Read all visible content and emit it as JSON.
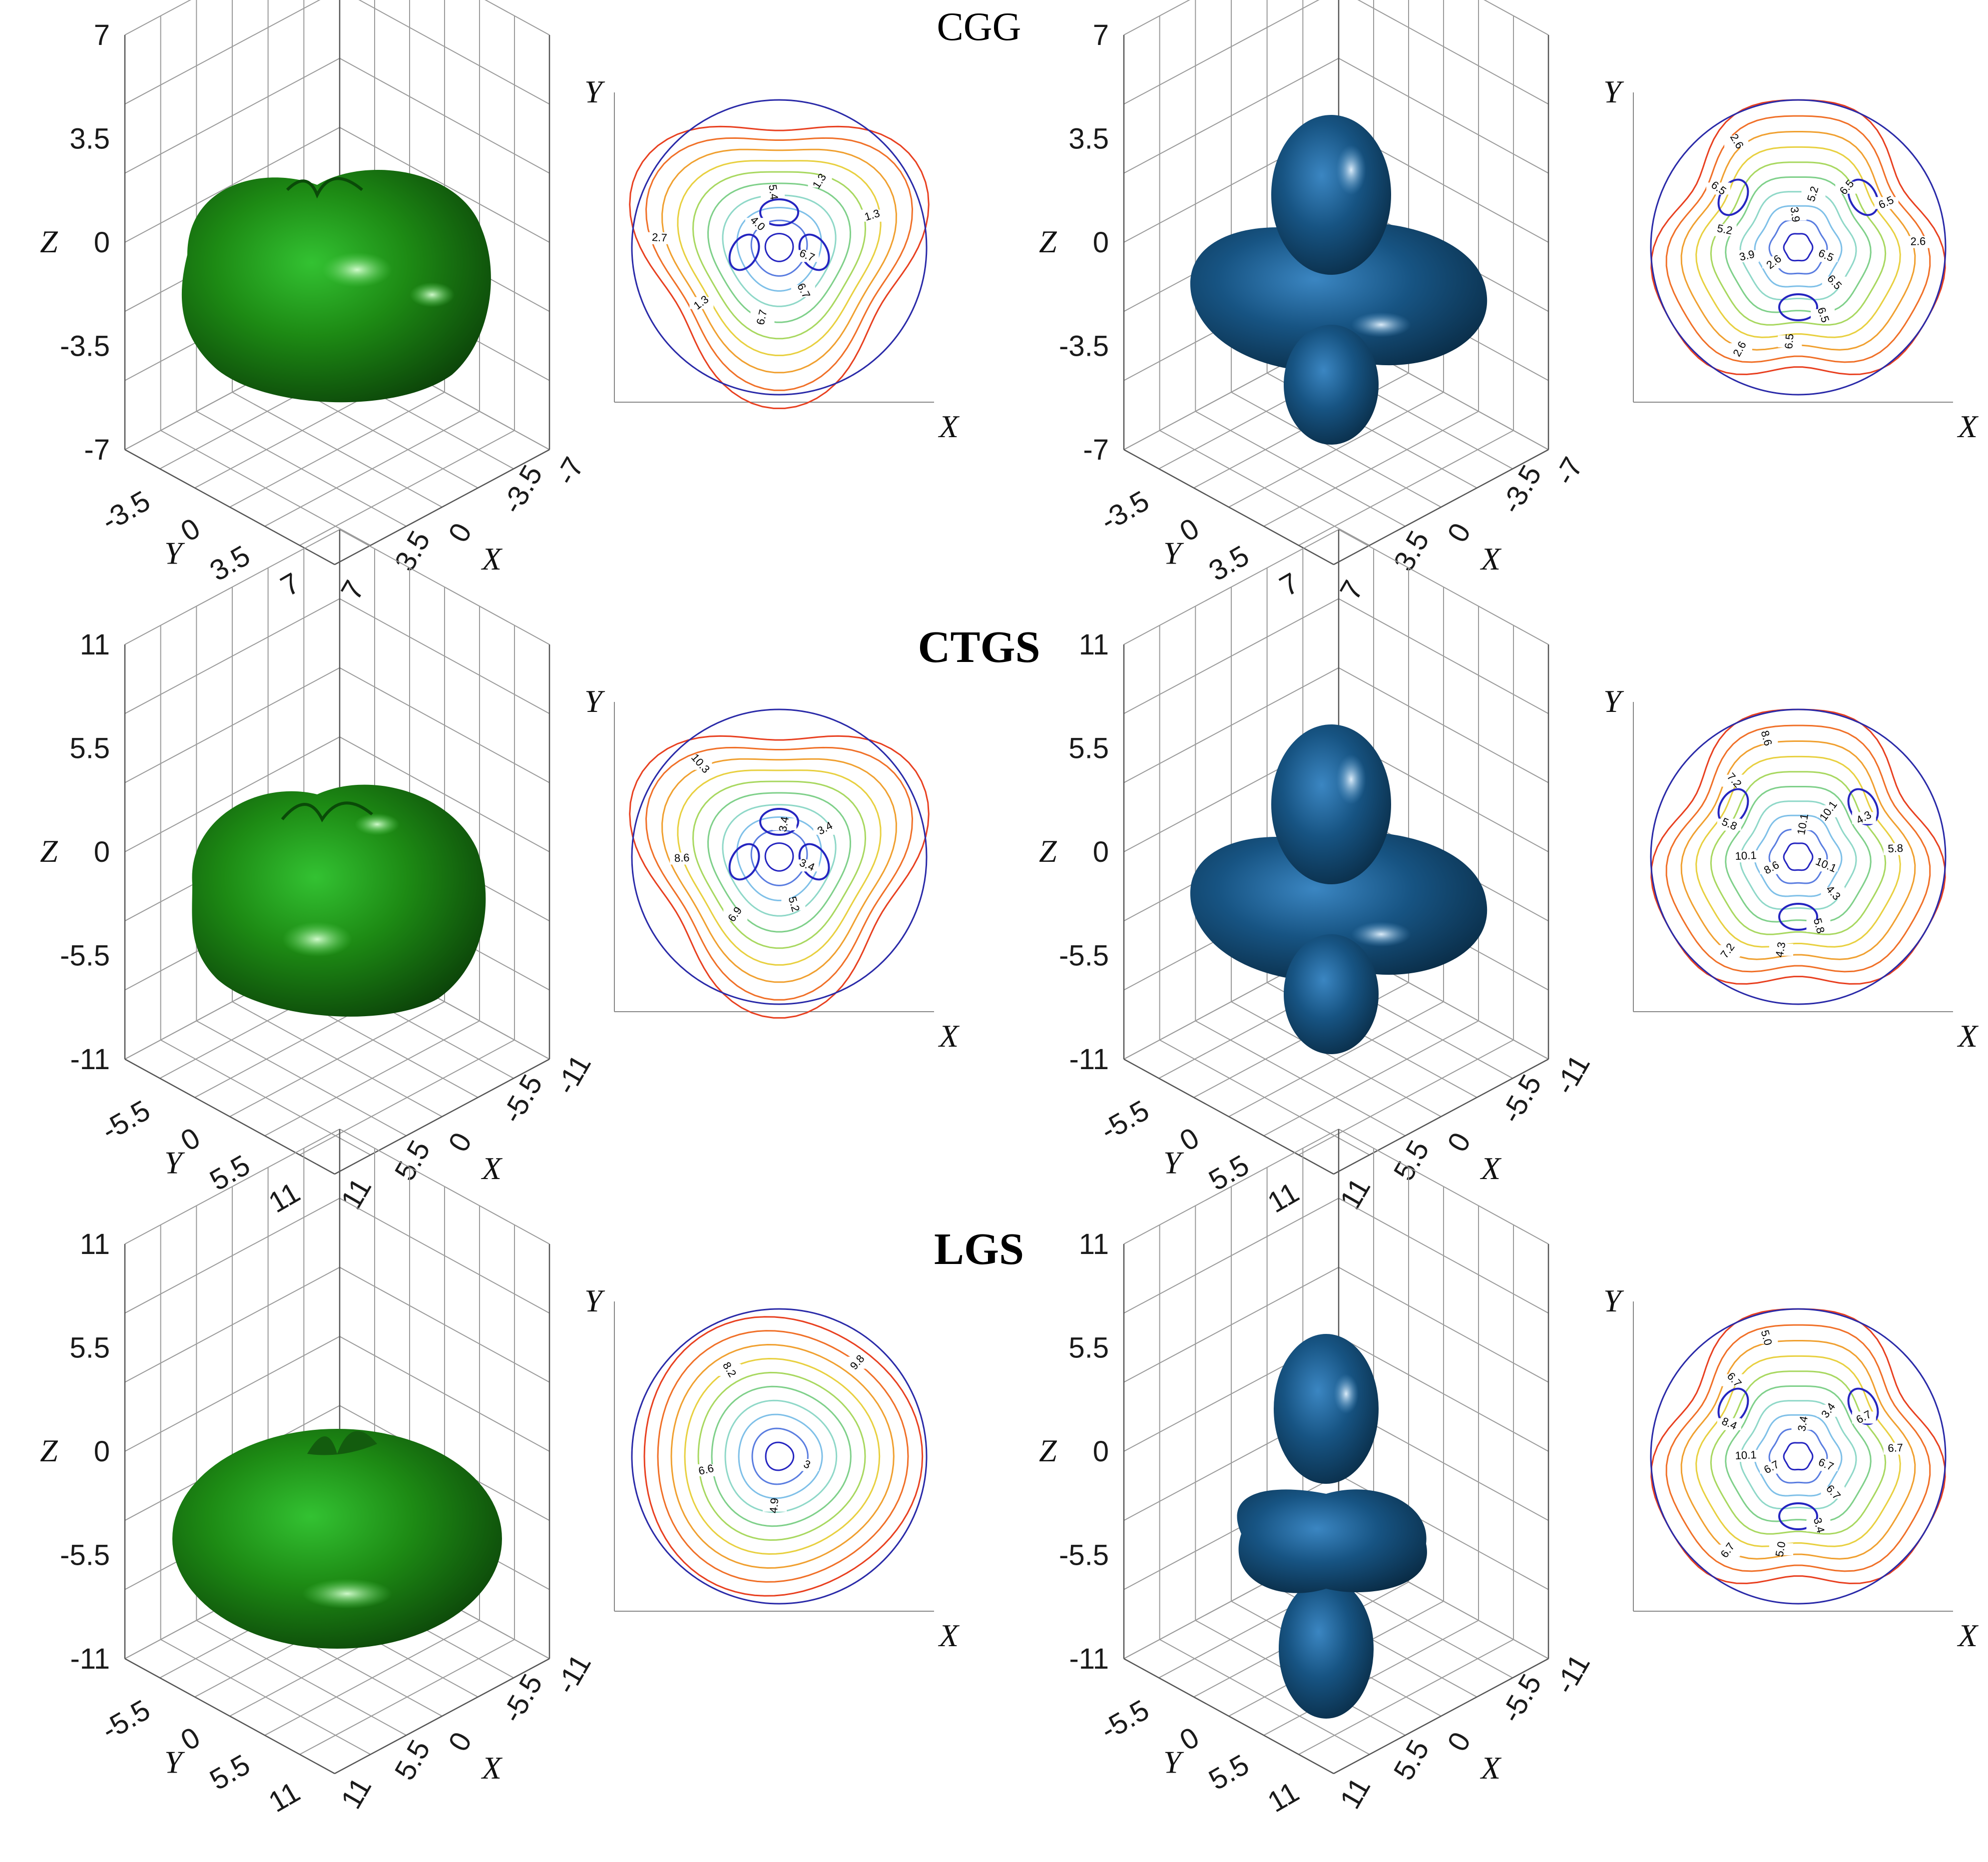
{
  "sections": [
    {
      "title": "CGG",
      "bold": false,
      "z_ticks": [
        "7",
        "3.5",
        "0",
        "-3.5",
        "-7"
      ],
      "y_ticks": [
        "-3.5",
        "0",
        "3.5",
        "7"
      ],
      "x_ticks": [
        "-7",
        "-3.5",
        "0",
        "3.5",
        "7"
      ],
      "left_contour_labels": [
        "6.7",
        "6.7",
        "6.7",
        "1.3",
        "2.7",
        "4.0",
        "5.4",
        "1.3",
        "1.3"
      ],
      "right_contour_labels": [
        "6.5",
        "6.5",
        "6.5",
        "6.5",
        "2.6",
        "2.6",
        "3.9",
        "5.2",
        "6.5",
        "2.6",
        "3.9",
        "5.2",
        "6.5",
        "6.5",
        "2.6"
      ]
    },
    {
      "title": "CTGS",
      "bold": true,
      "z_ticks": [
        "11",
        "5.5",
        "0",
        "-5.5",
        "-11"
      ],
      "y_ticks": [
        "-5.5",
        "0",
        "5.5",
        "11"
      ],
      "x_ticks": [
        "-11",
        "-5.5",
        "0",
        "5.5",
        "11"
      ],
      "left_contour_labels": [
        "3.4",
        "5.2",
        "6.9",
        "8.6",
        "10.3",
        "3.4",
        "3.4"
      ],
      "right_contour_labels": [
        "10.1",
        "4.3",
        "5.8",
        "4.3",
        "7.2",
        "8.6",
        "10.1",
        "5.8",
        "7.2",
        "8.6",
        "10.1",
        "10.1",
        "4.3",
        "5.8"
      ]
    },
    {
      "title": "LGS",
      "bold": true,
      "z_ticks": [
        "11",
        "5.5",
        "0",
        "-5.5",
        "-11"
      ],
      "y_ticks": [
        "-5.5",
        "0",
        "5.5",
        "11"
      ],
      "x_ticks": [
        "-11",
        "-5.5",
        "0",
        "5.5",
        "11"
      ],
      "left_contour_labels": [
        "3",
        "4.9",
        "6.6",
        "8.2",
        "9.8"
      ],
      "right_contour_labels": [
        "6.7",
        "6.7",
        "3.4",
        "5.0",
        "6.7",
        "6.7",
        "10.1",
        "8.4",
        "6.7",
        "5.0",
        "3.4",
        "3.4",
        "6.7",
        "6.7"
      ]
    }
  ],
  "axis_names": {
    "x": "X",
    "y": "Y",
    "z": "Z"
  },
  "colors": {
    "green_shape": "#1c7a12",
    "blue_shape": "#11466b",
    "circle": "#2a2aa8",
    "contour_palette": [
      "#2525c0",
      "#5a7de0",
      "#7fc0e8",
      "#8fd8c8",
      "#7fd08a",
      "#a8d860",
      "#e8d040",
      "#f0a030",
      "#f07028",
      "#e84020"
    ]
  }
}
